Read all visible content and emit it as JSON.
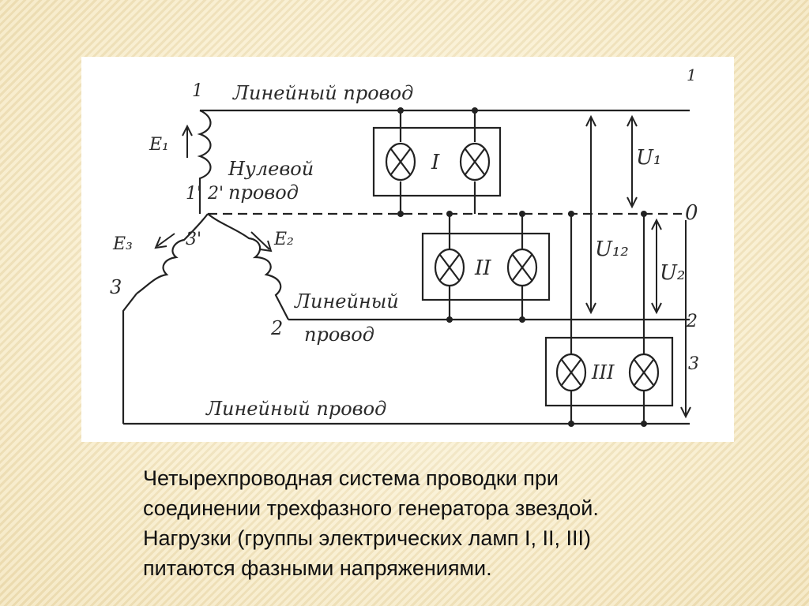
{
  "diagram": {
    "labels": {
      "line_wire_top": "Линейный провод",
      "neutral_wire_1": "Нулевой",
      "neutral_wire_2": "провод",
      "line_wire_mid_1": "Линейный",
      "line_wire_mid_2": "провод",
      "line_wire_bottom": "Линейный провод",
      "emf_1": "E₁",
      "emf_2": "E₂",
      "emf_3": "E₃",
      "node_1": "1",
      "node_1p": "1'",
      "node_2": "2",
      "node_2p": "2'",
      "node_3": "3",
      "node_3p": "3'",
      "node_0": "0",
      "right_1": "1",
      "right_2": "2",
      "right_3": "3",
      "voltage_u1": "U₁",
      "voltage_u12": "U₁₂",
      "voltage_u2": "U₂",
      "group_1": "I",
      "group_2": "II",
      "group_3": "III"
    }
  },
  "caption": {
    "line_1": "Четырехпроводная система проводки при",
    "line_2": "соединении трехфазного генератора звездой.",
    "line_3": "Нагрузки (группы электрических ламп I, II, III)",
    "line_4": "питаются фазными напряжениями."
  }
}
